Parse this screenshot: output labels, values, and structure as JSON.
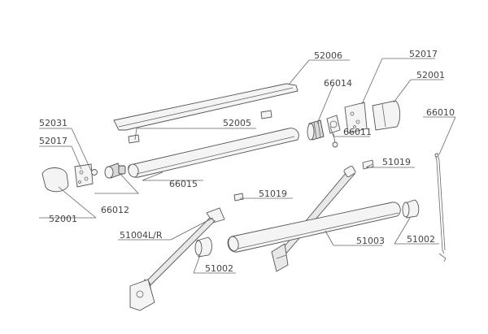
{
  "parts": {
    "p52006": "52006",
    "p52017_top": "52017",
    "p52001_top": "52001",
    "p66014": "66014",
    "p66011": "66011",
    "p66010": "66010",
    "p52031": "52031",
    "p52017_left": "52017",
    "p52005": "52005",
    "p51019_right": "51019",
    "p66015": "66015",
    "p51019_mid": "51019",
    "p52001_left": "52001",
    "p66012": "66012",
    "p51004": "51004L/R",
    "p51003": "51003",
    "p51002_right": "51002",
    "p51002_left": "51002"
  }
}
